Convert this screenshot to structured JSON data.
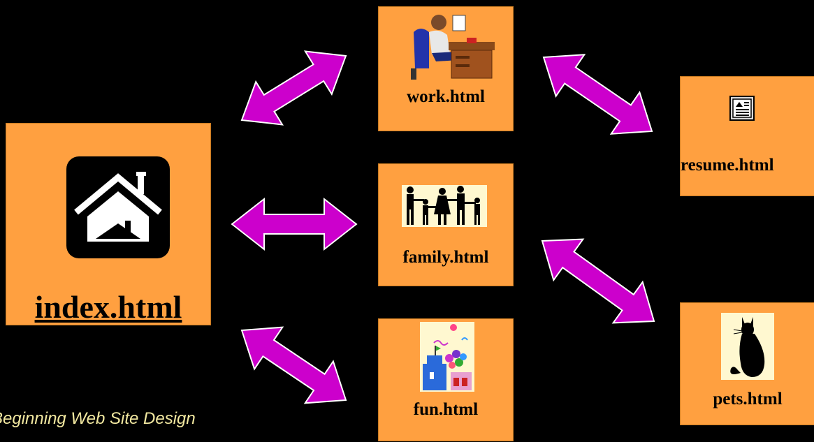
{
  "nodes": {
    "index": {
      "label": "index.html",
      "icon": "house-icon"
    },
    "work": {
      "label": "work.html",
      "icon": "office-worker-icon"
    },
    "family": {
      "label": "family.html",
      "icon": "family-silhouette-icon"
    },
    "fun": {
      "label": "fun.html",
      "icon": "party-balloons-icon"
    },
    "resume": {
      "label": "resume.html",
      "icon": "document-icon"
    },
    "pets": {
      "label": "pets.html",
      "icon": "cat-silhouette-icon"
    }
  },
  "links": [
    {
      "from": "index",
      "to": "work",
      "type": "bidirectional"
    },
    {
      "from": "index",
      "to": "family",
      "type": "bidirectional"
    },
    {
      "from": "index",
      "to": "fun",
      "type": "bidirectional"
    },
    {
      "from": "work",
      "to": "resume",
      "type": "bidirectional"
    },
    {
      "from": "family",
      "to": "pets",
      "type": "bidirectional"
    }
  ],
  "footer": "Beginning Web Site Design",
  "colors": {
    "background": "#000000",
    "node_fill": "#FFA040",
    "arrow_fill": "#CC00CC",
    "arrow_stroke": "#FFFFFF",
    "footer_text": "#F2E8A0"
  }
}
